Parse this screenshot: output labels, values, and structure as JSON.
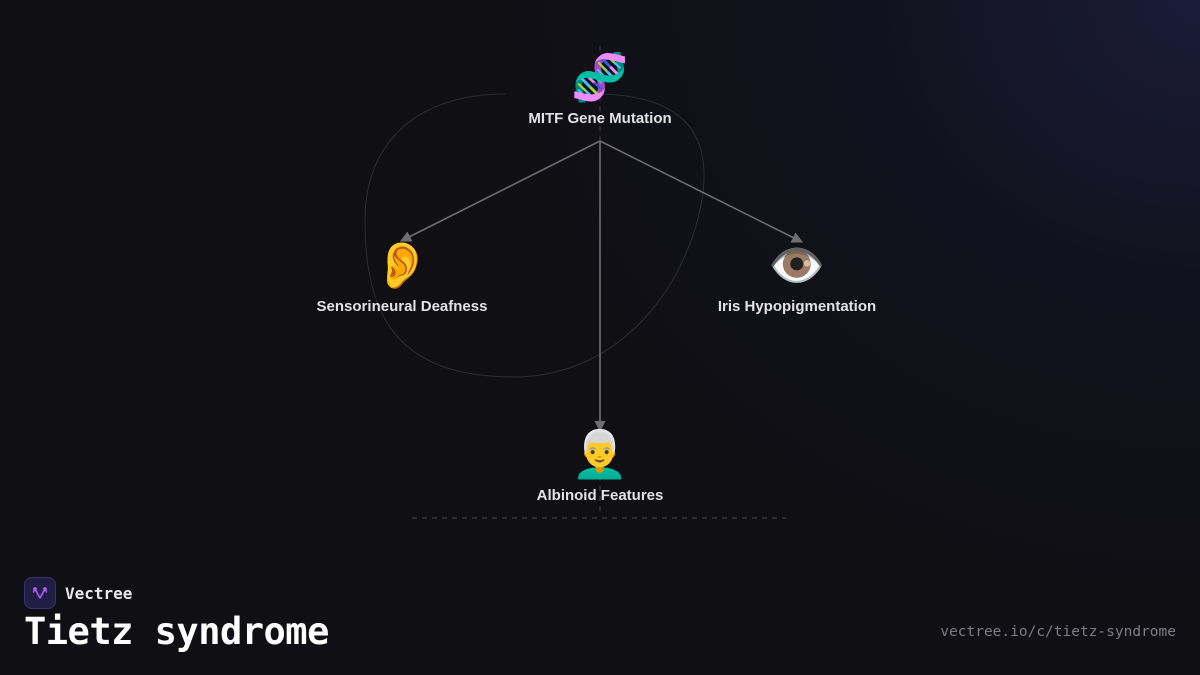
{
  "diagram": {
    "root": {
      "label": "MITF Gene Mutation",
      "icon": "dna-icon",
      "emoji": "🧬"
    },
    "children": [
      {
        "label": "Sensorineural Deafness",
        "icon": "ear-icon",
        "emoji": "👂"
      },
      {
        "label": "Iris Hypopigmentation",
        "icon": "eye-icon",
        "emoji": "👁️"
      },
      {
        "label": "Albinoid Features",
        "icon": "white-haired-person-icon",
        "emoji": "👨‍🦳"
      }
    ],
    "edges": [
      {
        "from": "MITF Gene Mutation",
        "to": "Sensorineural Deafness"
      },
      {
        "from": "MITF Gene Mutation",
        "to": "Iris Hypopigmentation"
      },
      {
        "from": "MITF Gene Mutation",
        "to": "Albinoid Features"
      }
    ],
    "colors": {
      "background": "#0f0f14",
      "edge": "#6e6e72",
      "label": "#e2e2e6"
    }
  },
  "brand": {
    "name": "Vectree",
    "logo_icon": "vectree-logo-icon",
    "accent": "#a855f7"
  },
  "page": {
    "title": "Tietz syndrome",
    "url": "vectree.io/c/tietz-syndrome"
  }
}
